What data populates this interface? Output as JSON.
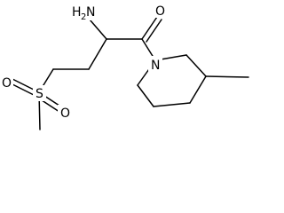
{
  "molecule": {
    "atoms": {
      "amine": {
        "symbol": "H",
        "subscript": "2",
        "element": "N"
      },
      "carbonyl_oxygen": {
        "symbol": "O"
      },
      "ring_nitrogen": {
        "symbol": "N"
      },
      "sulfur": {
        "symbol": "S"
      },
      "sulfonyl_oxygen_left": {
        "symbol": "O"
      },
      "sulfonyl_oxygen_bottom": {
        "symbol": "O"
      }
    }
  }
}
